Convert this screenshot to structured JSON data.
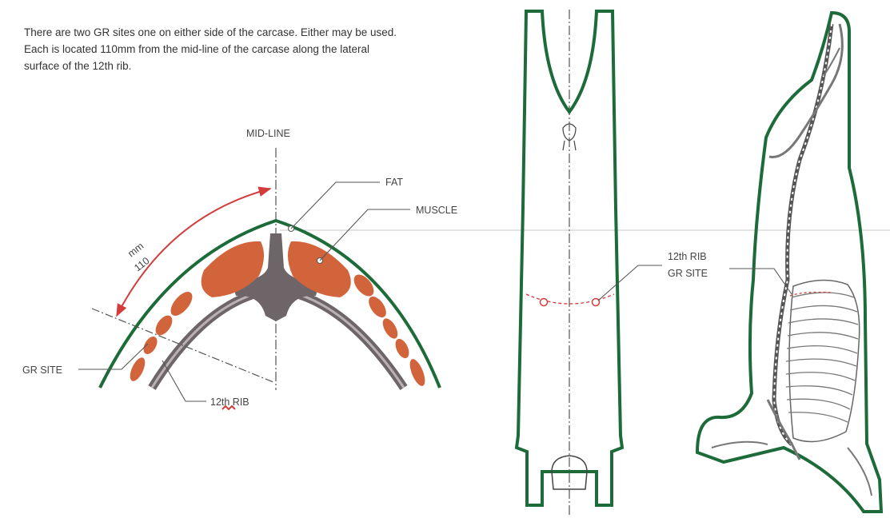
{
  "intro": {
    "line1": "There are two GR sites one on either side of the carcase. Either may be used.",
    "line2": "Each is located 110mm from the mid-line of the carcase along the lateral",
    "line3": "surface of the 12th rib."
  },
  "section_diagram": {
    "midline_label": "MID-LINE",
    "fat_label": "FAT",
    "muscle_label": "MUSCLE",
    "distance_unit": "mm",
    "distance_value": "110",
    "gr_site_label": "GR SITE",
    "rib_label": "12th RIB"
  },
  "side_view": {
    "gr_label_line1": "12th RIB",
    "gr_label_line2": "GR SITE"
  },
  "colors": {
    "outline_green": "#1e6b3a",
    "muscle_orange": "#d2643c",
    "bone_grey": "#6e6568",
    "gr_red": "#d43c3c"
  }
}
